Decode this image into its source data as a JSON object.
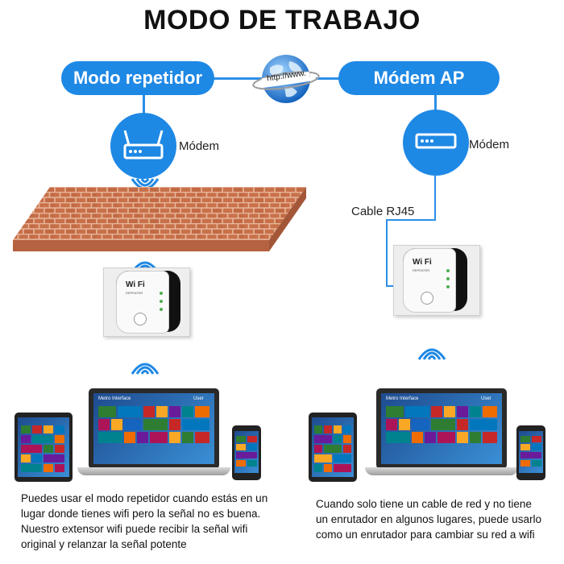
{
  "title": "MODO DE TRABAJO",
  "globe_text": "http://www.",
  "left": {
    "pill": "Modo repetidor",
    "modem_label": "Módem",
    "repeater_brand": "Wi Fi",
    "repeater_sub": "REPEATER",
    "screen_header": "Metro Interface",
    "screen_user": "User",
    "description": [
      "Puedes usar el modo repetidor cuando estás en un",
      "lugar donde tienes wifi pero la señal no es buena.",
      "Nuestro extensor wifi puede recibir la señal wifi",
      "original y relanzar la señal potente"
    ]
  },
  "right": {
    "pill": "Módem AP",
    "modem_label": "Módem",
    "cable_label": "Cable RJ45",
    "repeater_brand": "Wi Fi",
    "repeater_sub": "REPEATER",
    "screen_header": "Metro Interface",
    "screen_user": "User",
    "description": [
      "Cuando solo tiene un cable de red y no tiene",
      "un enrutador en algunos lugares, puede usarlo",
      "como un enrutador para cambiar su red a wifi"
    ]
  },
  "colors": {
    "accent": "#1e88e5",
    "brick": "#c8714b",
    "mortar": "#e8b79a"
  }
}
